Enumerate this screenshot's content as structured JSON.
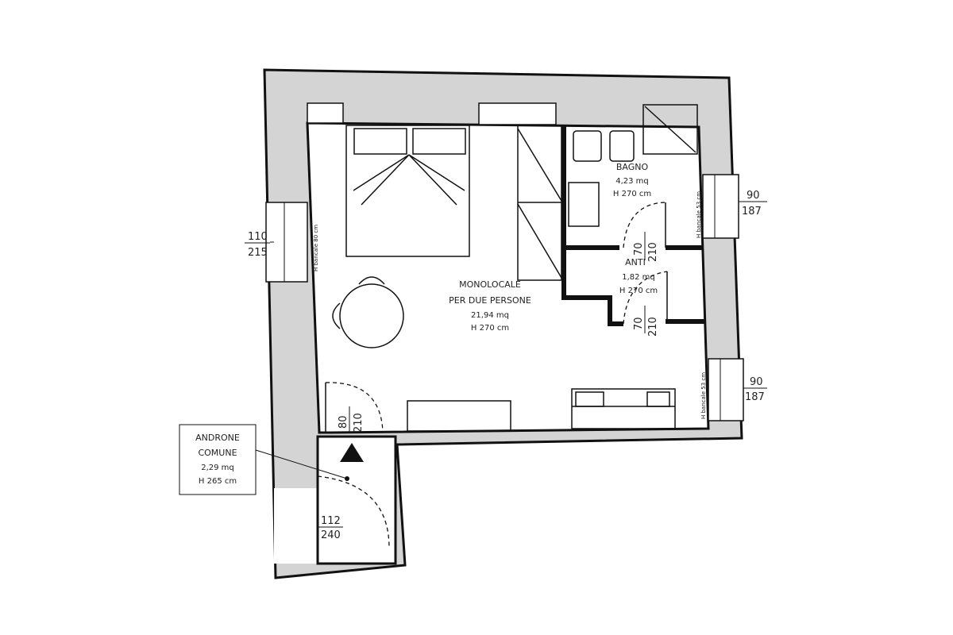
{
  "rooms": {
    "monolocale": {
      "name1": "MONOLOCALE",
      "name2": "PER DUE PERSONE",
      "area": "21,94 mq",
      "height": "H 270 cm"
    },
    "bagno": {
      "name": "BAGNO",
      "area": "4,23 mq",
      "height": "H 270 cm"
    },
    "anti": {
      "name": "ANTI",
      "area": "1,82 mq",
      "height": "H 270 cm"
    },
    "androne": {
      "name1": "ANDRONE",
      "name2": "COMUNE",
      "area": "2,29 mq",
      "height": "H 265 cm"
    }
  },
  "openings": {
    "window_left": {
      "w": "110",
      "h": "215",
      "sill": "H bancale 80 cm"
    },
    "window_right_top": {
      "w": "90",
      "h": "187",
      "sill": "H bancale 53 cm"
    },
    "window_right_bottom": {
      "w": "90",
      "h": "187",
      "sill": "H bancale 53 cm"
    },
    "door_bagno": {
      "w": "70",
      "h": "210"
    },
    "door_anti": {
      "w": "70",
      "h": "210"
    },
    "door_entrance": {
      "w": "80",
      "h": "210"
    },
    "door_androne": {
      "w": "112",
      "h": "240"
    }
  },
  "colors": {
    "wall": "#d4d4d4",
    "line": "#111111"
  }
}
